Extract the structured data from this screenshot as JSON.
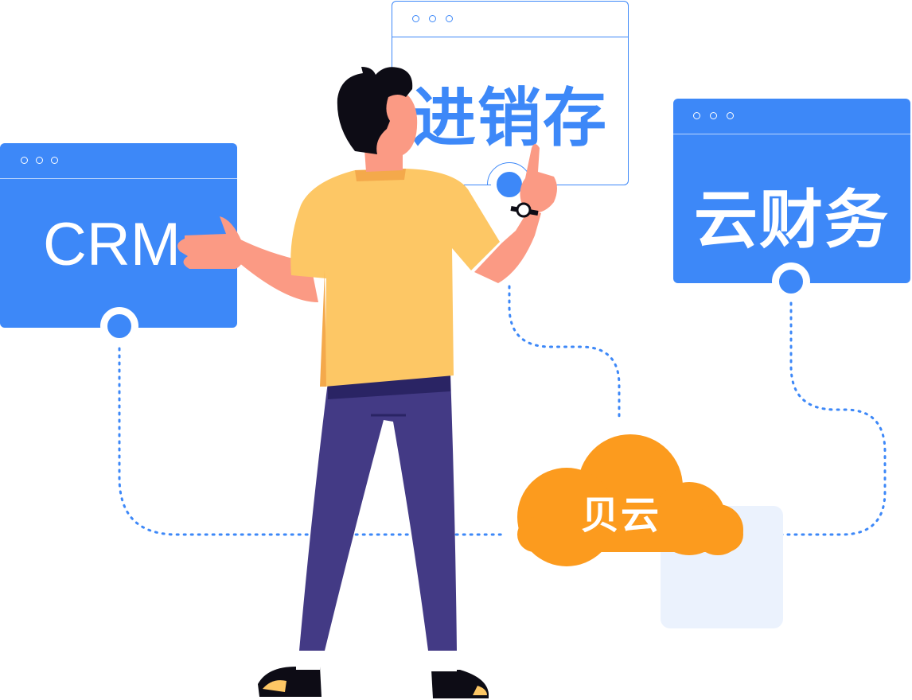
{
  "colors": {
    "accent": "#3D88F8",
    "cloud": "#FC9B1E",
    "shirt": "#FDC765",
    "pants": "#433A85",
    "skin": "#FB9A84",
    "hair": "#0D0C15",
    "panel": "#EBF2FD"
  },
  "windows": {
    "crm": {
      "label": "CRM"
    },
    "jxc": {
      "label": "进销存"
    },
    "cloud_finance": {
      "label": "云财务"
    }
  },
  "cloud": {
    "label": "贝云"
  }
}
